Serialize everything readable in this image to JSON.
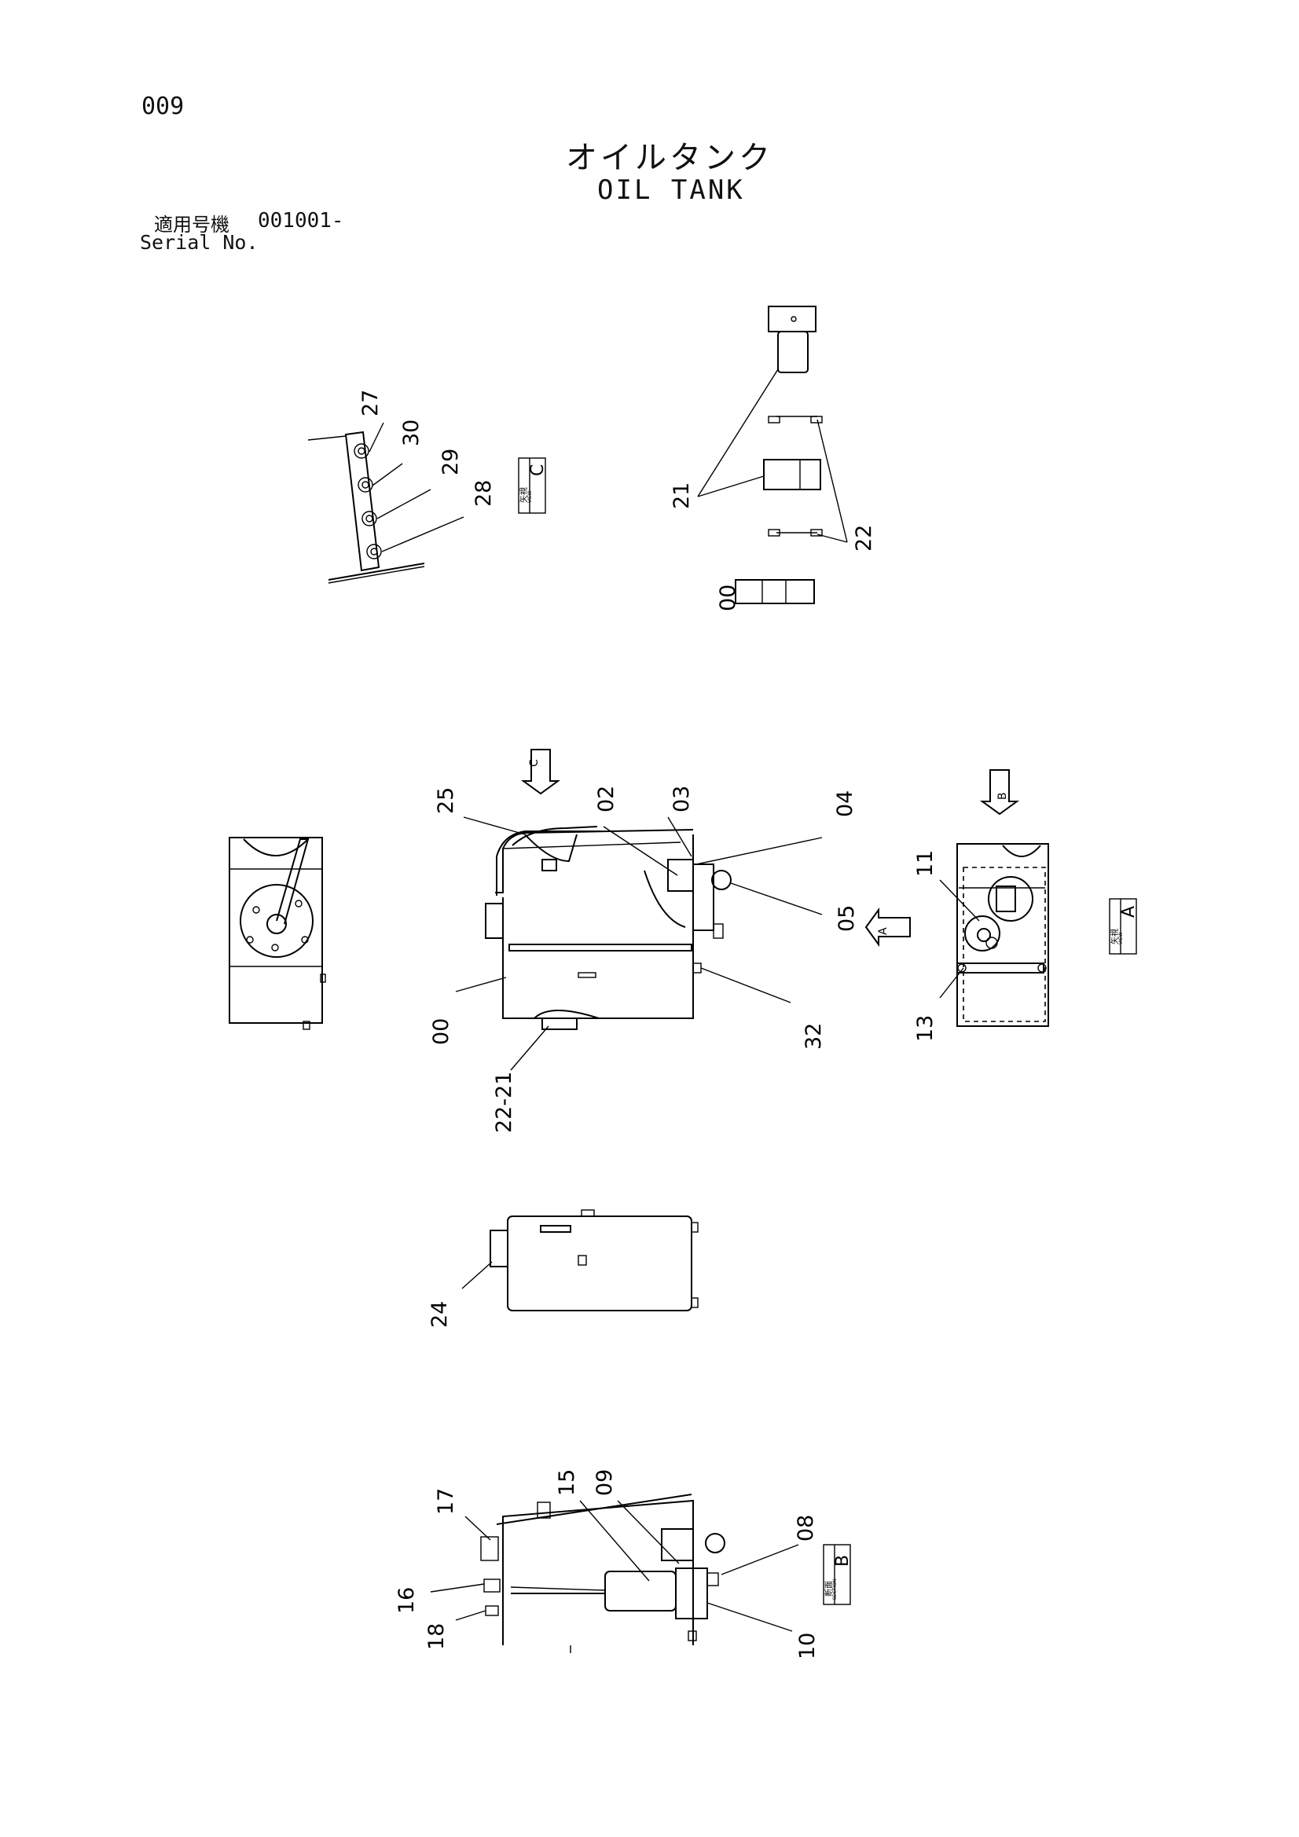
{
  "page_number": "009",
  "title": {
    "japanese": "オイルタンク",
    "english": "OIL TANK"
  },
  "serial": {
    "japanese_label": "適用号機",
    "range": "001001-",
    "english_label": "Serial No."
  },
  "view_labels": {
    "c": {
      "jp": "矢視",
      "en": "VIEW",
      "letter": "C"
    },
    "a": {
      "jp": "矢視",
      "en": "VIEW",
      "letter": "A"
    },
    "b": {
      "jp": "断面",
      "en": "SECTION",
      "letter": "B"
    }
  },
  "arrow_letters": {
    "c": "C",
    "b": "B",
    "a": "A"
  },
  "callouts": {
    "view_c": [
      "27",
      "30",
      "29",
      "28"
    ],
    "parts_top": [
      "21",
      "22",
      "00"
    ],
    "main_view": [
      "25",
      "02",
      "03",
      "04",
      "05",
      "32",
      "00",
      "22-21"
    ],
    "view_a": [
      "11",
      "13"
    ],
    "bottom_view": [
      "24"
    ],
    "section_b": [
      "17",
      "15",
      "09",
      "08",
      "10",
      "16",
      "18"
    ]
  }
}
